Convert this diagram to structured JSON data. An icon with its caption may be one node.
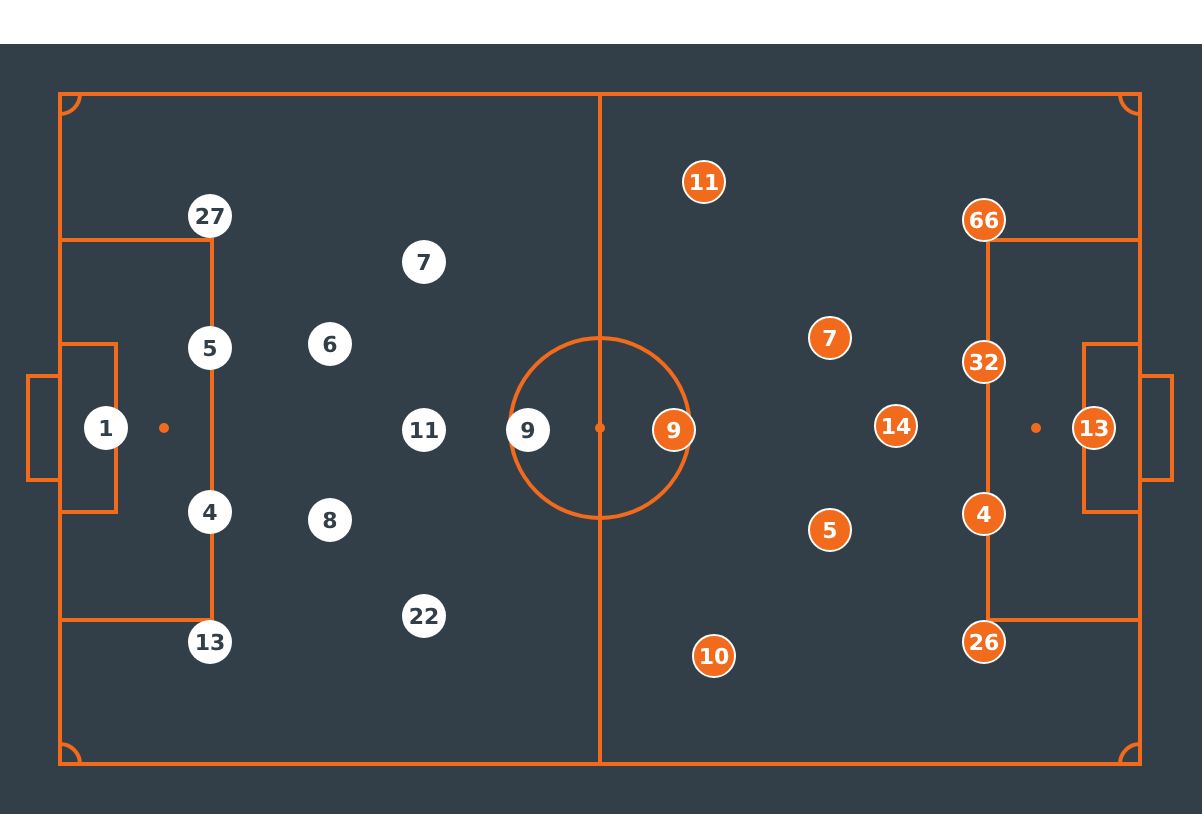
{
  "diagram": {
    "nodes": [
      {
        "text": [
          "27"
        ]
      },
      {
        "text": [
          "5"
        ]
      },
      {
        "text": [
          "1"
        ]
      },
      {
        "text": [
          "4"
        ]
      },
      {
        "text": [
          "13"
        ]
      },
      {
        "text": [
          "7"
        ]
      },
      {
        "text": [
          "6"
        ]
      },
      {
        "text": [
          "11"
        ]
      },
      {
        "text": [
          "9"
        ]
      },
      {
        "text": [
          "8"
        ]
      },
      {
        "text": [
          "22"
        ]
      },
      {
        "text": [
          "11"
        ]
      },
      {
        "text": [
          "66"
        ]
      },
      {
        "text": [
          "7"
        ]
      },
      {
        "text": [
          "32"
        ]
      },
      {
        "text": [
          "14"
        ]
      },
      {
        "text": [
          "9"
        ]
      },
      {
        "text": [
          "13"
        ]
      },
      {
        "text": [
          "5"
        ]
      },
      {
        "text": [
          "4"
        ]
      },
      {
        "text": [
          "26"
        ]
      },
      {
        "text": [
          "10"
        ]
      }
    ]
  }
}
